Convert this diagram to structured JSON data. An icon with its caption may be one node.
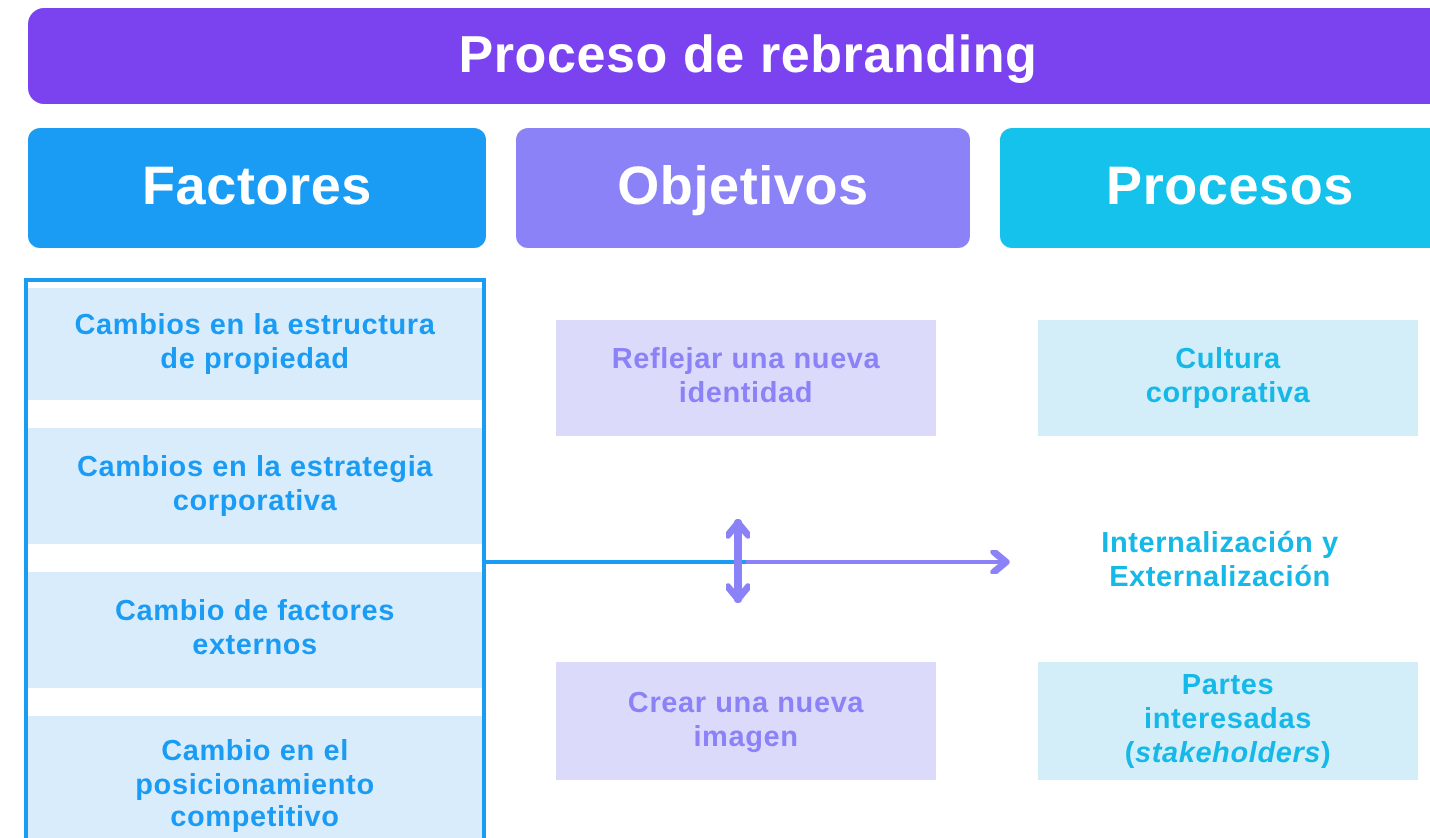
{
  "diagram": {
    "nodes": [
      {
        "text": [
          "Proceso de rebranding"
        ]
      },
      {
        "text": [
          "Factores"
        ]
      },
      {
        "text": [
          "Objetivos"
        ]
      },
      {
        "text": [
          "Procesos"
        ]
      },
      {
        "text": [],
        "shape": "box"
      },
      {
        "text": [
          "Cambios en la estructura de propiedad"
        ],
        "in": 4
      },
      {
        "text": [
          "Cambios en la estrategia corporativa"
        ],
        "in": 4
      },
      {
        "text": [
          "Cambio de factores externos"
        ],
        "in": 4
      },
      {
        "text": [
          "Cambio en el posicionamiento competitivo"
        ],
        "in": 4
      },
      {
        "text": [
          "Reflejar una nueva identidad"
        ]
      },
      {
        "text": [
          "Crear una nueva imagen"
        ]
      },
      {
        "text": [
          "Cultura corporativa"
        ]
      },
      {
        "text": [
          "Internalización y Externalización"
        ]
      },
      {
        "text": [
          "Partes interesadas (*stakeholders*)"
        ]
      }
    ],
    "edges": [
      {
        "from": 4,
        "to": 12,
        "arrow": "to"
      },
      {
        "from": 9,
        "to": 10,
        "arrow": "both"
      }
    ]
  }
}
